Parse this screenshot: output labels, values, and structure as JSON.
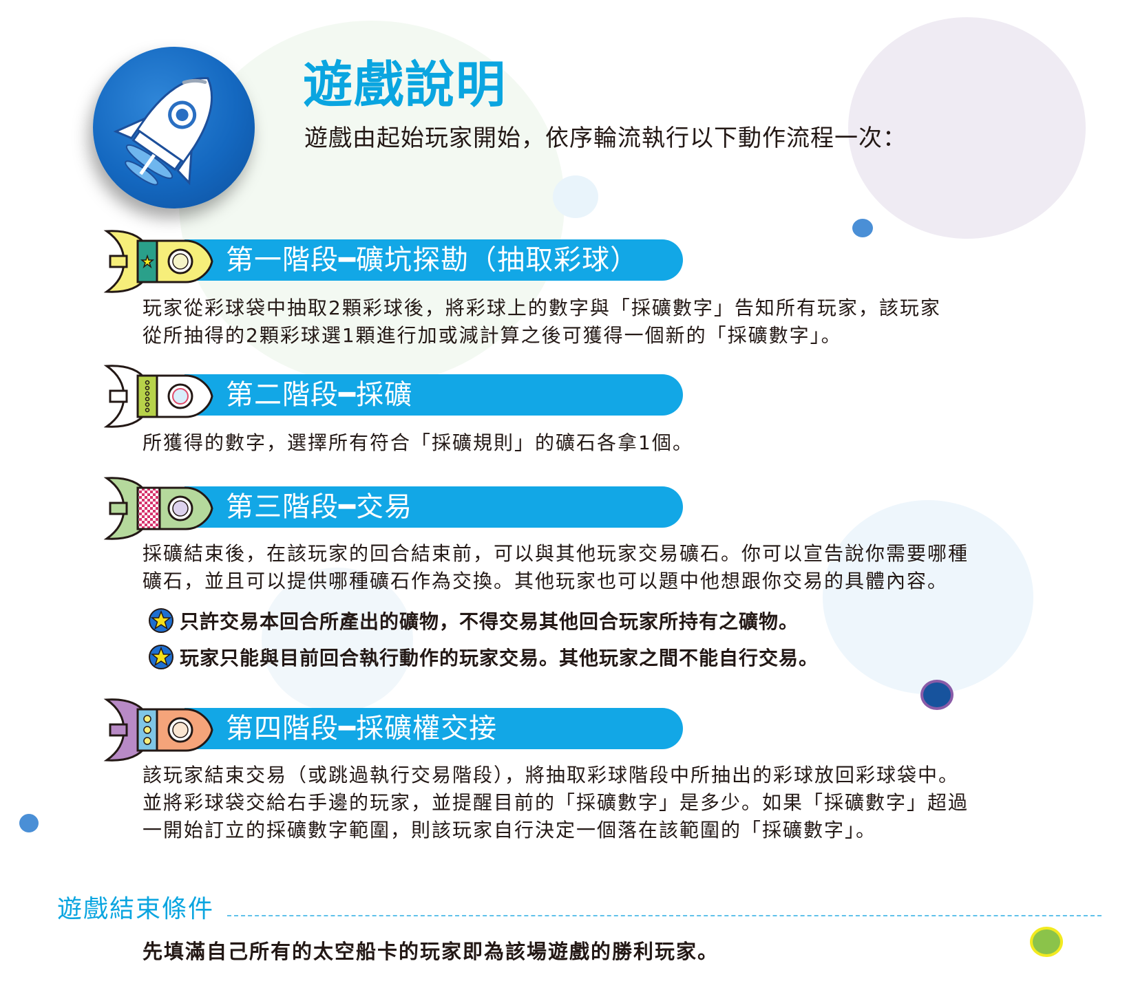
{
  "header": {
    "title": "遊戲說明",
    "subtitle": "遊戲由起始玩家開始，依序輪流執行以下動作流程一次："
  },
  "phases": [
    {
      "label": "第一階段━礦坑探勘（抽取彩球）",
      "lines": [
        "玩家從彩球袋中抽取2顆彩球後，將彩球上的數字與「採礦數字」告知所有玩家，該玩家",
        "從所抽得的2顆彩球選1顆進行加或減計算之後可獲得一個新的「採礦數字」。"
      ]
    },
    {
      "label": "第二階段━採礦",
      "lines": [
        "所獲得的數字，選擇所有符合「採礦規則」的礦石各拿1個。"
      ]
    },
    {
      "label": "第三階段━交易",
      "lines": [
        "採礦結束後，在該玩家的回合結束前，可以與其他玩家交易礦石。你可以宣告說你需要哪種",
        "礦石，並且可以提供哪種礦石作為交換。其他玩家也可以題中他想跟你交易的具體內容。"
      ],
      "notes": [
        "只許交易本回合所產出的礦物，不得交易其他回合玩家所持有之礦物。",
        "玩家只能與目前回合執行動作的玩家交易。其他玩家之間不能自行交易。"
      ]
    },
    {
      "label": "第四階段━採礦權交接",
      "lines": [
        "該玩家結束交易（或跳過執行交易階段），將抽取彩球階段中所抽出的彩球放回彩球袋中。",
        "並將彩球袋交給右手邊的玩家，並提醒目前的「採礦數字」是多少。如果「採礦數字」超過",
        "一開始訂立的採礦數字範圍，則該玩家自行決定一個落在該範圍的「採礦數字」。"
      ]
    }
  ],
  "end_condition": {
    "title": "遊戲結束條件",
    "body": "先填滿自己所有的太空船卡的玩家即為該場遊戲的勝利玩家。"
  },
  "icons": {
    "badge": "rocket-badge-icon",
    "phase_rockets": [
      "yellow-rocket-icon",
      "white-rocket-icon",
      "green-rocket-icon",
      "orange-rocket-icon"
    ],
    "note_bullet": "star-icon"
  },
  "colors": {
    "accent": "#0aa5e0",
    "bar": "#12a7e6",
    "badge": "#1468c0",
    "text": "#231815"
  }
}
